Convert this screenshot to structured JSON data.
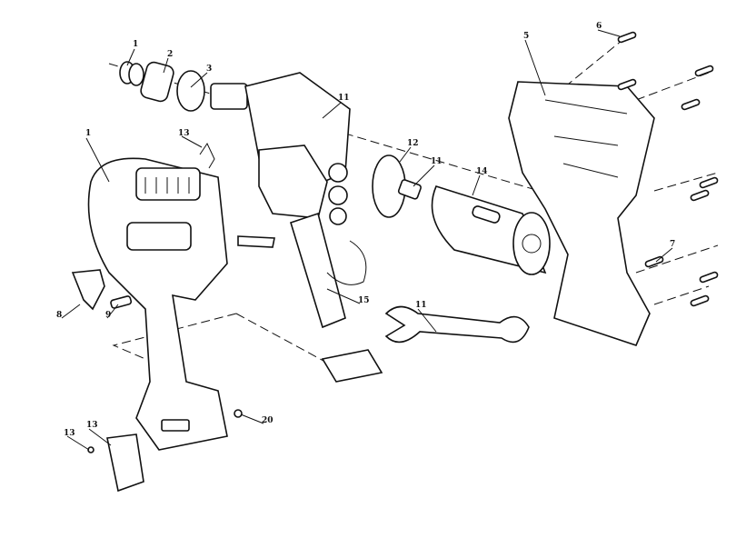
{
  "title": "Cordless impact wrench exploded view",
  "callouts": [
    {
      "id": "c1",
      "label": "1"
    },
    {
      "id": "c2",
      "label": "2"
    },
    {
      "id": "c3",
      "label": "3"
    },
    {
      "id": "c4",
      "label": "11"
    },
    {
      "id": "c5",
      "label": "13"
    },
    {
      "id": "c6",
      "label": "1"
    },
    {
      "id": "c7",
      "label": "5"
    },
    {
      "id": "c8",
      "label": "6"
    },
    {
      "id": "c9",
      "label": "12"
    },
    {
      "id": "c10",
      "label": "11"
    },
    {
      "id": "c11",
      "label": "14"
    },
    {
      "id": "c12",
      "label": "7"
    },
    {
      "id": "c13",
      "label": "8"
    },
    {
      "id": "c14",
      "label": "9"
    },
    {
      "id": "c15",
      "label": "15"
    },
    {
      "id": "c16",
      "label": "11"
    },
    {
      "id": "c17",
      "label": "13"
    },
    {
      "id": "c18",
      "label": "13"
    },
    {
      "id": "c19",
      "label": "20"
    }
  ]
}
